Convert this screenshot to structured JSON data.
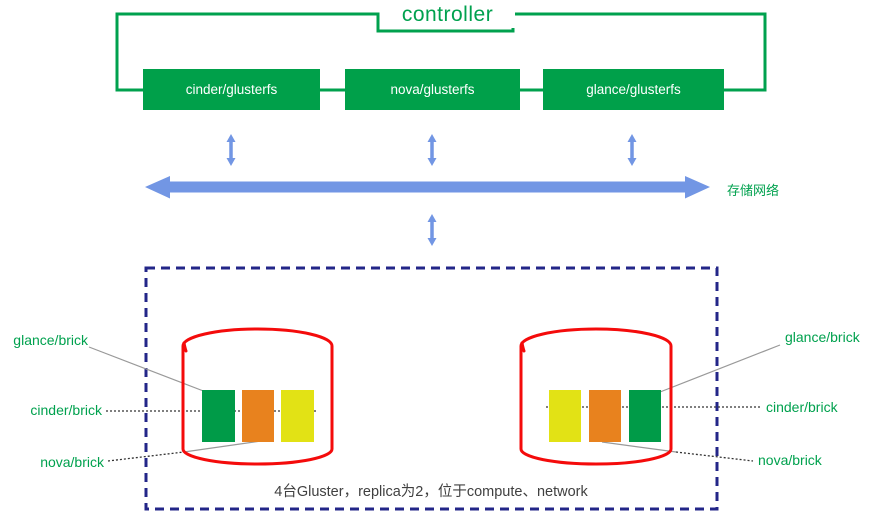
{
  "colors": {
    "green": "#00A14E",
    "box_green": "#00A04A",
    "brick_green": "#009B48",
    "blue": "#7296E4",
    "navy": "#232688",
    "red": "#F40B0B",
    "orange": "#E8821E",
    "yellow": "#E2E215",
    "caption": "#404040",
    "leader_gray": "#999999",
    "leader_dark": "#333333"
  },
  "controller": {
    "label": "controller"
  },
  "services": [
    {
      "label": "cinder/glusterfs"
    },
    {
      "label": "nova/glusterfs"
    },
    {
      "label": "glance/glusterfs"
    }
  ],
  "storage_network": {
    "label": "存储网络"
  },
  "gluster_cluster": {
    "caption": "4台Gluster，replica为2，位于compute、network",
    "brick_labels": {
      "glance": "glance/brick",
      "cinder": "cinder/brick",
      "nova": "nova/brick"
    },
    "brick_colors": {
      "glance": "green",
      "nova": "orange",
      "cinder": "yellow"
    },
    "nodes": [
      {
        "side": "left",
        "brick_order": [
          "glance",
          "nova",
          "cinder"
        ]
      },
      {
        "side": "right",
        "brick_order": [
          "cinder",
          "nova",
          "glance"
        ]
      }
    ]
  }
}
